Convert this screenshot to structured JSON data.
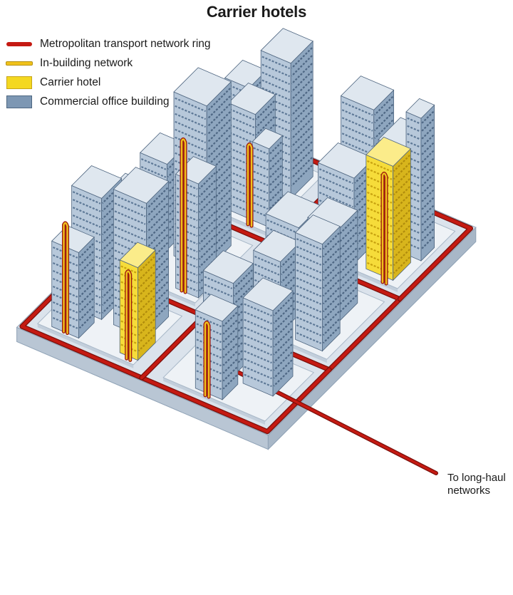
{
  "title": "Carrier hotels",
  "legend": [
    {
      "key": "ring",
      "label": "Metropolitan transport network ring",
      "color": "#c51a12"
    },
    {
      "key": "inbuilding",
      "label": "In-building network",
      "color": "#f0c21b"
    },
    {
      "key": "hotel",
      "label": "Carrier hotel",
      "color": "#f4d820"
    },
    {
      "key": "office",
      "label": "Commercial office building",
      "color": "#7d97b3"
    }
  ],
  "callout": {
    "line1": "To long-haul",
    "line2": "networks"
  },
  "colors": {
    "platform_top": "#dbe3ec",
    "platform_side": "#b9c6d4",
    "block_top": "#eef2f6",
    "building_light": "#b7c8da",
    "building_mid": "#8ea6bf",
    "building_dark": "#6a83a0",
    "ring": "#c51a12",
    "inbuilding": "#f0c21b",
    "hotel": "#f4d820"
  }
}
